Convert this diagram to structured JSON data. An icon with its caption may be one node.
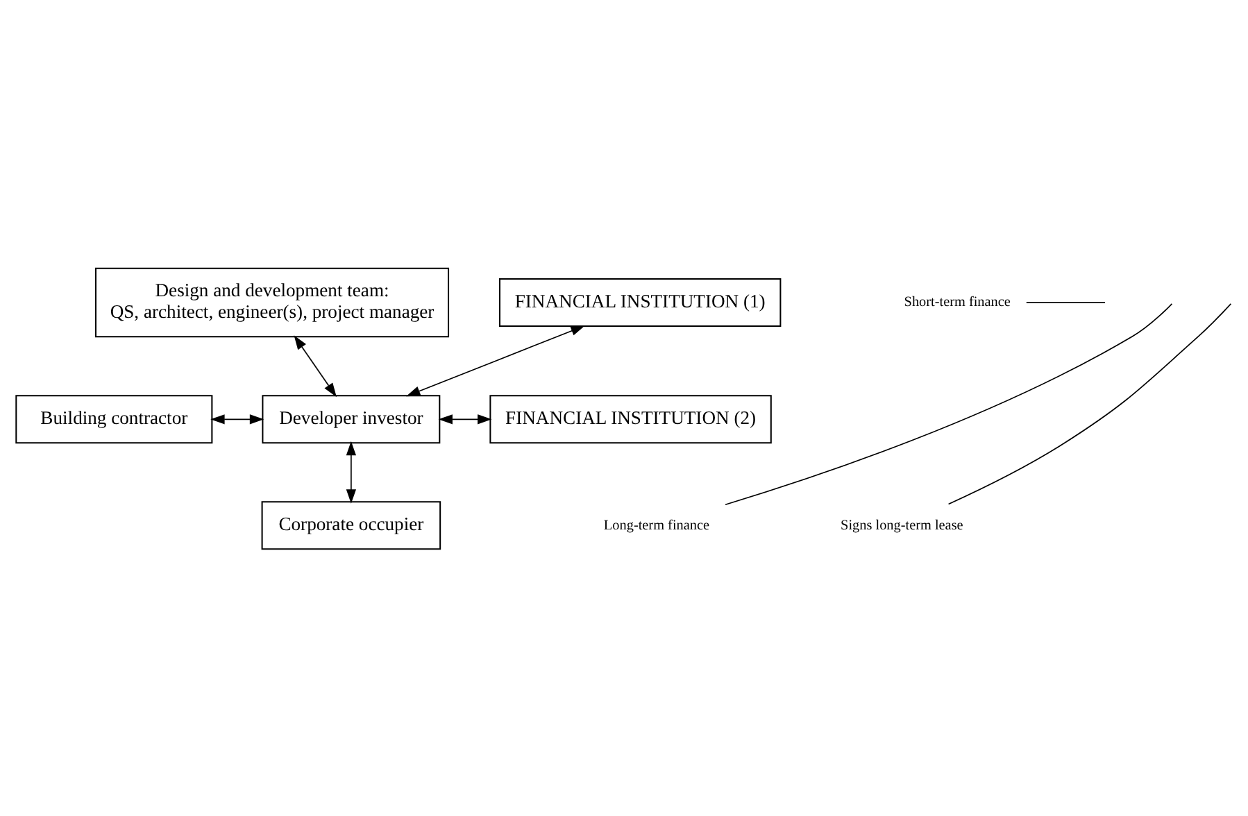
{
  "diagram": {
    "nodes": [
      {
        "text": [
          "Design and development team: QS, architect, engineer(s), project manager"
        ]
      },
      {
        "text": [
          "FINANCIAL INSTITUTION (1)"
        ]
      },
      {
        "text": [
          "Building contractor"
        ]
      },
      {
        "text": [
          "Developer investor"
        ]
      },
      {
        "text": [
          "FINANCIAL INSTITUTION (2)"
        ]
      },
      {
        "text": [
          "Corporate occupier"
        ]
      },
      {
        "text": [
          "Short-term finance"
        ]
      },
      {
        "text": [
          "Long-term finance"
        ]
      },
      {
        "text": [
          "Signs long-term lease"
        ]
      }
    ],
    "edges": [
      {
        "from": 0,
        "to": 3,
        "arrow": "both"
      },
      {
        "from": 1,
        "to": 3,
        "arrow": "both"
      },
      {
        "from": 2,
        "to": 3,
        "arrow": "both"
      },
      {
        "from": 3,
        "to": 4,
        "arrow": "both"
      },
      {
        "from": 3,
        "to": 5,
        "arrow": "both"
      },
      {
        "from": 6,
        "to": null,
        "arrow": "none"
      },
      {
        "from": 7,
        "to": null,
        "arrow": "none"
      },
      {
        "from": 8,
        "to": null,
        "arrow": "none"
      }
    ]
  }
}
